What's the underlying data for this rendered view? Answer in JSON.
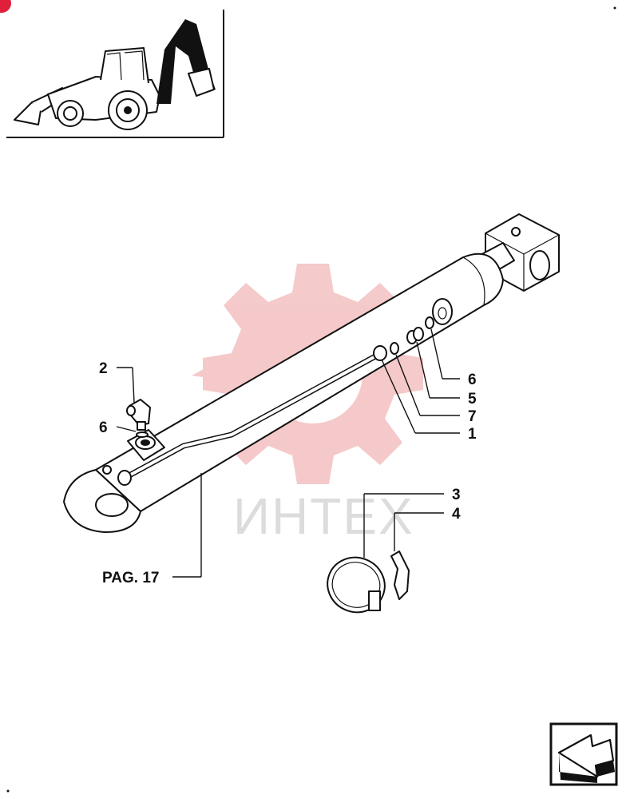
{
  "diagram": {
    "watermark_text": "ИНТЕХ",
    "page_ref": "PAG. 17",
    "callouts": [
      {
        "id": "c2",
        "label": "2"
      },
      {
        "id": "c6a",
        "label": "6"
      },
      {
        "id": "c6b",
        "label": "6"
      },
      {
        "id": "c5",
        "label": "5"
      },
      {
        "id": "c7",
        "label": "7"
      },
      {
        "id": "c1",
        "label": "1"
      },
      {
        "id": "c3",
        "label": "3"
      },
      {
        "id": "c4",
        "label": "4"
      }
    ]
  },
  "colors": {
    "watermark_red": "#f4c4c4",
    "badge_red": "#e0203a",
    "line": "#111111"
  },
  "icons": {
    "nav_arrow": "left-down-arrow-icon",
    "vehicle": "backhoe-loader-thumbnail"
  }
}
